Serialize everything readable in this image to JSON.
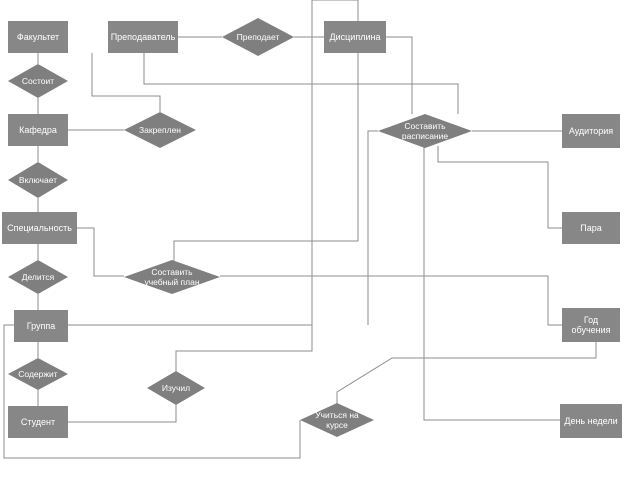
{
  "colors": {
    "entity_fill": "#878787",
    "relationship_fill": "#7f7f7f",
    "line": "#8c8c8c",
    "text": "#ffffff",
    "background": "#ffffff"
  },
  "entities": {
    "faculty": "Факультет",
    "teacher": "Преподаватель",
    "discipline": "Дисциплина",
    "department": "Кафедра",
    "auditorium": "Аудитория",
    "specialty": "Специальность",
    "pair": "Пара",
    "group": "Группа",
    "study_year": [
      "Год",
      "обучения"
    ],
    "student": "Студент",
    "weekday": "День недели"
  },
  "relationships": {
    "teaches": "Преподает",
    "consists": "Состоит",
    "assigned": "Закреплен",
    "make_schedule": [
      "Составить",
      "расписание"
    ],
    "includes": "Включает",
    "divides": "Делится",
    "make_plan": [
      "Составить",
      "учебный план"
    ],
    "contains": "Содержит",
    "studied": "Изучил",
    "studies_course": [
      "Учиться на",
      "курсе"
    ]
  }
}
